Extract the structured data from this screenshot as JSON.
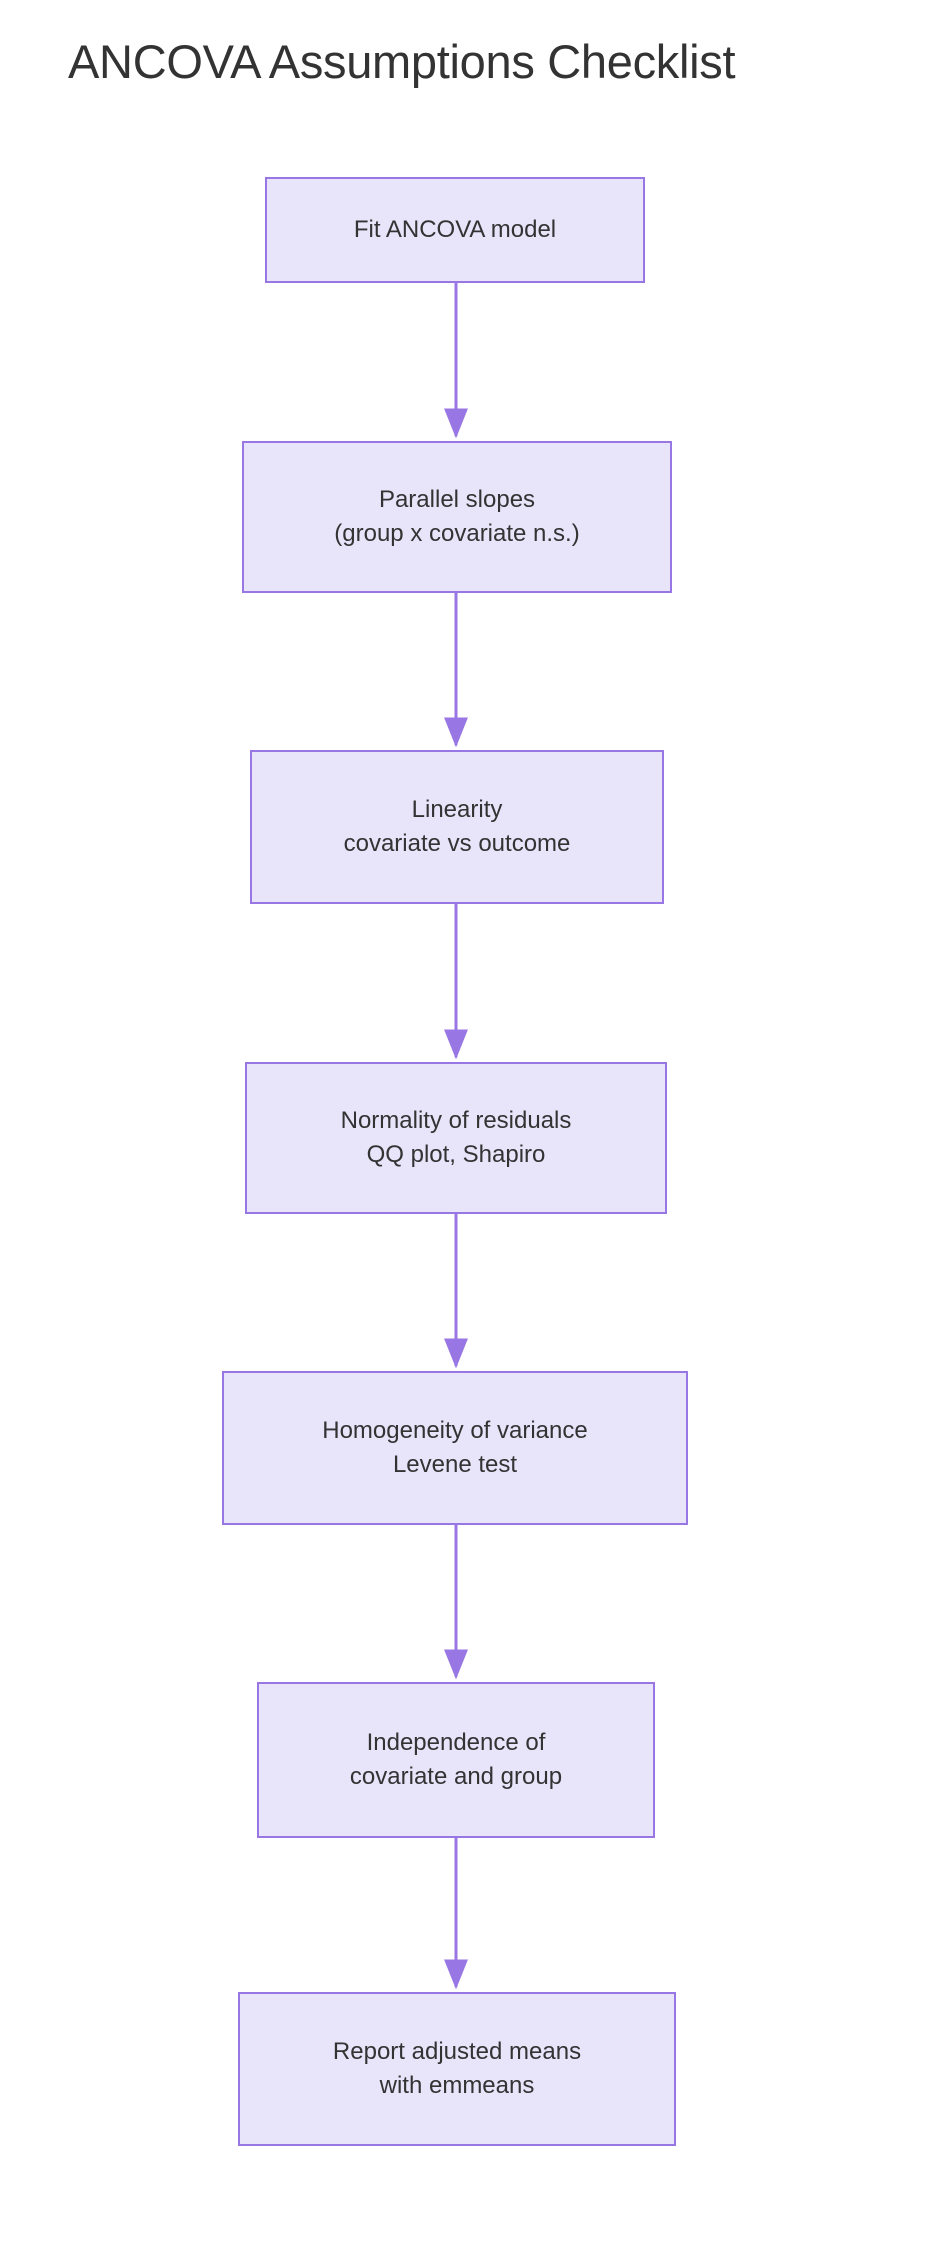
{
  "title": "ANCOVA Assumptions Checklist",
  "theme": {
    "node_fill": "#e8e5fb",
    "node_border": "#9876e3",
    "edge_color": "#9876e3",
    "text_color": "#333333",
    "background": "#ffffff"
  },
  "chart_data": {
    "type": "diagram",
    "diagram_type": "flowchart",
    "direction": "top-to-bottom",
    "title": "ANCOVA Assumptions Checklist",
    "nodes": [
      {
        "id": "fit",
        "lines": [
          "Fit ANCOVA model"
        ]
      },
      {
        "id": "slopes",
        "lines": [
          "Parallel slopes",
          "(group x covariate n.s.)"
        ]
      },
      {
        "id": "linearity",
        "lines": [
          "Linearity",
          "covariate vs outcome"
        ]
      },
      {
        "id": "normality",
        "lines": [
          "Normality of residuals",
          "QQ plot, Shapiro"
        ]
      },
      {
        "id": "homogen",
        "lines": [
          "Homogeneity of variance",
          "Levene test"
        ]
      },
      {
        "id": "independ",
        "lines": [
          "Independence of",
          "covariate and group"
        ]
      },
      {
        "id": "report",
        "lines": [
          "Report adjusted means",
          "with emmeans"
        ]
      }
    ],
    "edges": [
      {
        "from": "fit",
        "to": "slopes",
        "label": "",
        "arrow": "down"
      },
      {
        "from": "slopes",
        "to": "linearity",
        "label": "",
        "arrow": "down"
      },
      {
        "from": "linearity",
        "to": "normality",
        "label": "",
        "arrow": "down"
      },
      {
        "from": "normality",
        "to": "homogen",
        "label": "",
        "arrow": "down"
      },
      {
        "from": "homogen",
        "to": "independ",
        "label": "",
        "arrow": "down"
      },
      {
        "from": "independ",
        "to": "report",
        "label": "",
        "arrow": "down"
      }
    ]
  },
  "nodes": {
    "fit": {
      "l1": "Fit ANCOVA model",
      "l2": ""
    },
    "slopes": {
      "l1": "Parallel slopes",
      "l2": "(group x covariate n.s.)"
    },
    "linearity": {
      "l1": "Linearity",
      "l2": "covariate vs outcome"
    },
    "normality": {
      "l1": "Normality of residuals",
      "l2": "QQ plot, Shapiro"
    },
    "homogen": {
      "l1": "Homogeneity of variance",
      "l2": "Levene test"
    },
    "independ": {
      "l1": "Independence of",
      "l2": "covariate and group"
    },
    "report": {
      "l1": "Report adjusted means",
      "l2": "with emmeans"
    }
  }
}
